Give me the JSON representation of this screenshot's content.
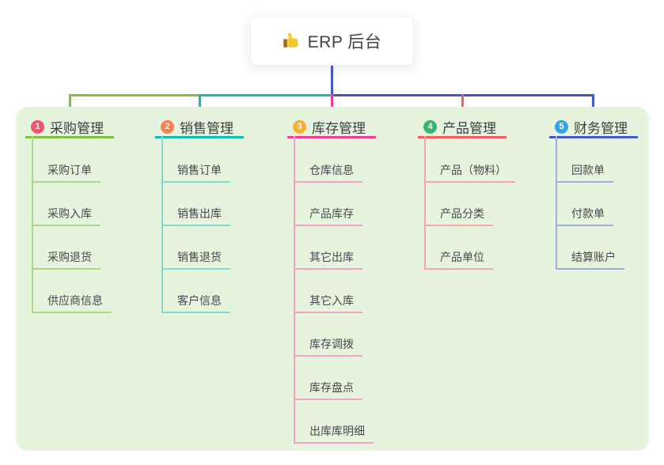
{
  "root": {
    "title": "ERP 后台",
    "icon": "thumbs-up-icon"
  },
  "colors": {
    "canvas": "#ffffff",
    "panel_background": "#E6F4DE",
    "root_line": "#4458CC",
    "text_dark": "#3d424a",
    "text_child": "#45494f"
  },
  "branches": [
    {
      "badge": "1",
      "label": "采购管理",
      "line_color": "#7FBF3F",
      "light_color": "#A9D887",
      "badge_color": "#F1536B",
      "children": [
        "采购订单",
        "采购入库",
        "采购退货",
        "供应商信息"
      ]
    },
    {
      "badge": "2",
      "label": "销售管理",
      "line_color": "#13BDB1",
      "light_color": "#7ED9D1",
      "badge_color": "#F88049",
      "children": [
        "销售订单",
        "销售出库",
        "销售退货",
        "客户信息"
      ]
    },
    {
      "badge": "3",
      "label": "库存管理",
      "line_color": "#EE3F92",
      "light_color": "#F79FC8",
      "badge_color": "#FBAC33",
      "children": [
        "仓库信息",
        "产品库存",
        "其它出库",
        "其它入库",
        "库存调拨",
        "库存盘点",
        "出库库明细"
      ]
    },
    {
      "badge": "4",
      "label": "产品管理",
      "line_color": "#F95A62",
      "light_color": "#FBA6AA",
      "badge_color": "#3BB46B",
      "children": [
        "产品（物料）",
        "产品分类",
        "产品单位"
      ]
    },
    {
      "badge": "5",
      "label": "财务管理",
      "line_color": "#4458CC",
      "light_color": "#9FAEDD",
      "badge_color": "#36A4DE",
      "children": [
        "回款单",
        "付款单",
        "结算账户"
      ]
    }
  ]
}
